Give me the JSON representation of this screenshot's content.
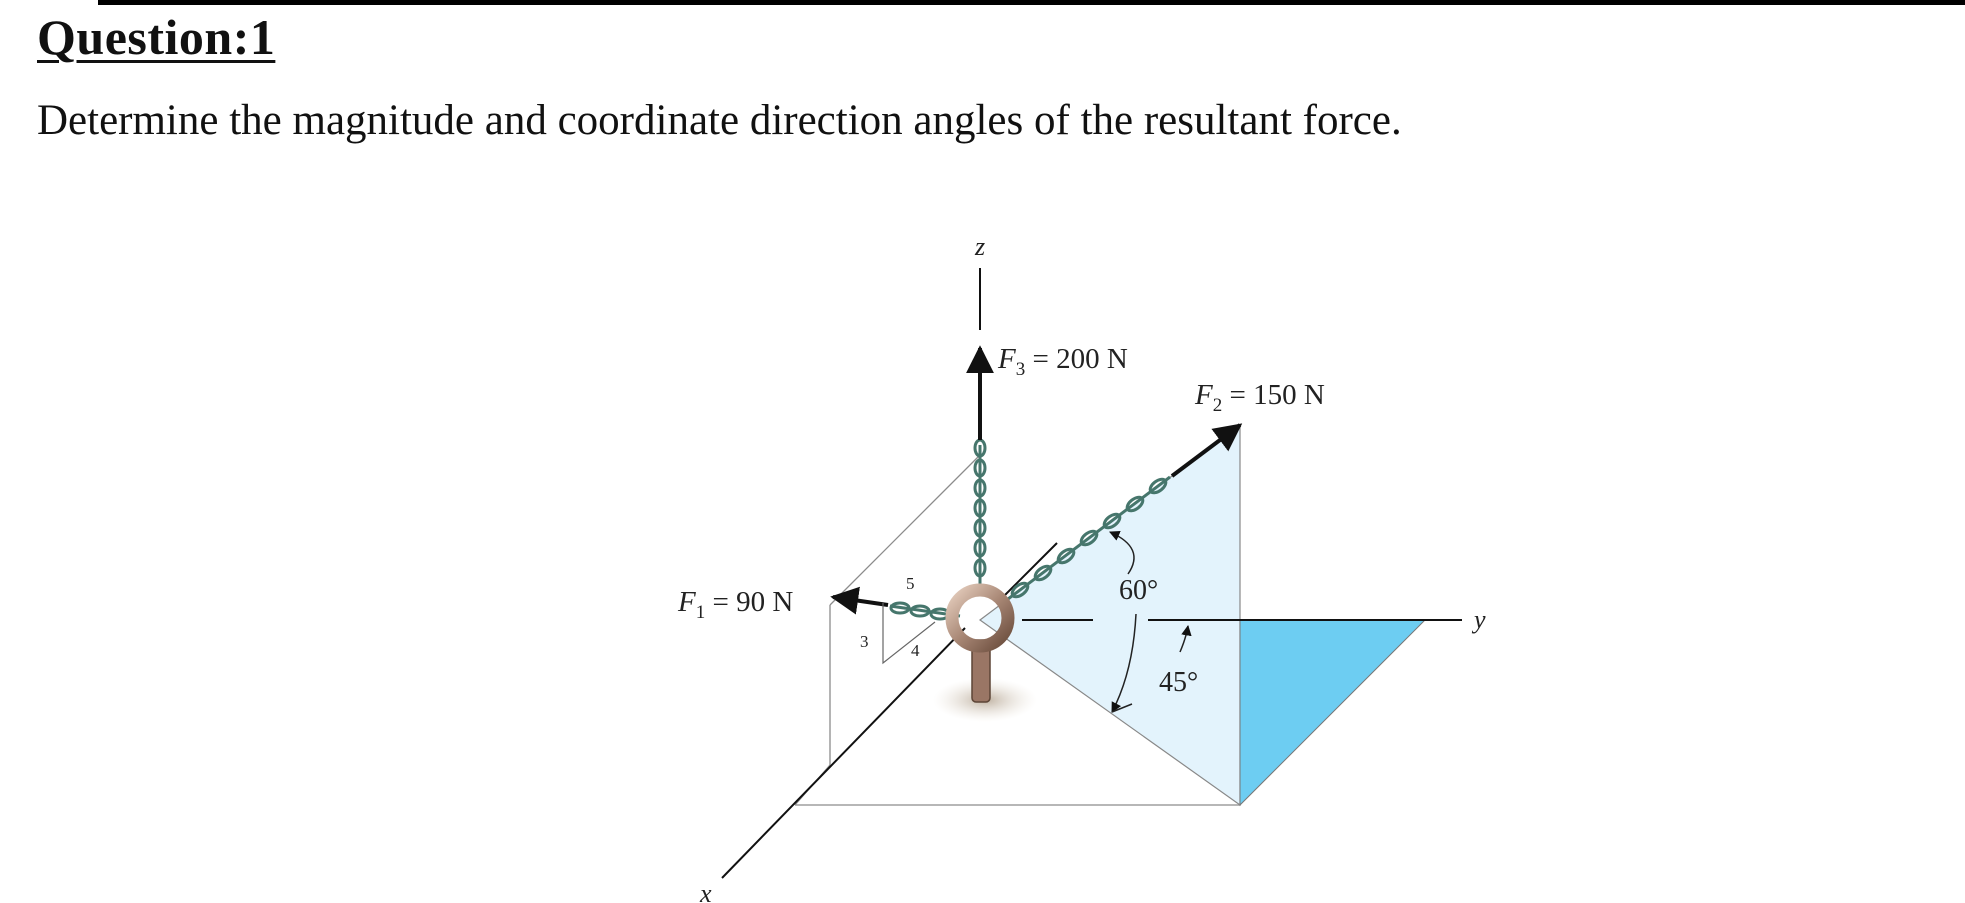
{
  "question": {
    "title": "Question:1",
    "text": "Determine the magnitude and coordinate direction angles of the resultant force."
  },
  "figure": {
    "axes": {
      "z": "z",
      "y": "y",
      "x": "x"
    },
    "forces": [
      {
        "symbol": "F",
        "subscript": "1",
        "value": " = 90 N"
      },
      {
        "symbol": "F",
        "subscript": "2",
        "value": " = 150 N"
      },
      {
        "symbol": "F",
        "subscript": "3",
        "value": " = 200 N"
      }
    ],
    "slope_triangle": {
      "hyp": "5",
      "vert": "3",
      "horiz": "4"
    },
    "angles": {
      "a60": "60°",
      "a45": "45°"
    },
    "colors": {
      "plane_fill": "#e3f3fc",
      "shaded_triangle": "#6dcdf2",
      "chain": "#6b9e95",
      "ring": "#a88775",
      "arrow": "#111111"
    }
  }
}
